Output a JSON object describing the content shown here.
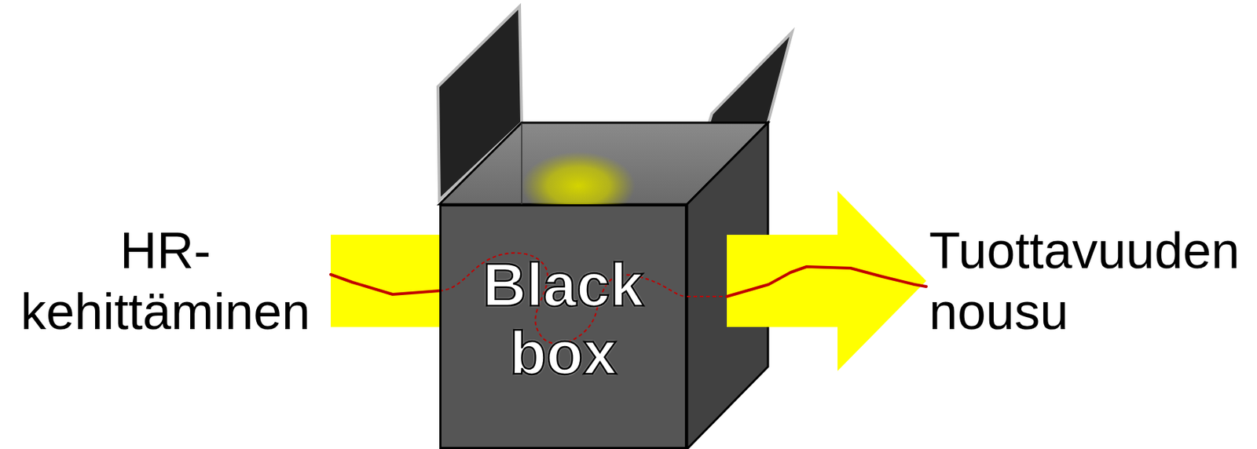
{
  "diagram": {
    "nodes": [
      {
        "text": [
          "HR- kehittäminen"
        ]
      },
      {
        "text": [
          "Black box"
        ]
      },
      {
        "text": [
          "Tuottavuuden nousu"
        ]
      }
    ],
    "edges": [
      {
        "from": 0,
        "to": 1,
        "arrow": "none"
      },
      {
        "from": 1,
        "to": 2,
        "arrow": "to"
      }
    ]
  }
}
